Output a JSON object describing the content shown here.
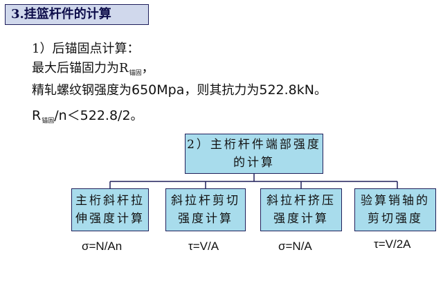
{
  "title": "3.挂篮杆件的计算",
  "step1": "1）后锚固点计算：",
  "line2_text": "最大后锚固力为R",
  "line2_sub": "锚固",
  "line2_tail": "，",
  "line3_pre": "精轧螺纹钢强度为",
  "line3_val1": "650Mpa",
  "line3_mid": "，则其抗力为",
  "line3_val2": "522.8kN",
  "line3_tail": "。",
  "line4_R": "R",
  "line4_sub": "锚固",
  "line4_expr": "/n＜522.8/2",
  "line4_tail": "。",
  "root_box": "2）主桁杆件端部强度的计算",
  "children": [
    {
      "label": "主桁斜杆拉伸强度计算",
      "formula": "σ=N/An"
    },
    {
      "label": "斜拉杆剪切强度计算",
      "formula": "τ=V/A"
    },
    {
      "label": "斜拉杆挤压强度计算",
      "formula": "σ=N/A"
    },
    {
      "label": "验算销轴的剪切强度",
      "formula": "τ=V/2A"
    }
  ],
  "colors": {
    "box_fill": "#a8dcec",
    "title_fill": "#d0d8ec",
    "border": "#1f1f5a"
  }
}
